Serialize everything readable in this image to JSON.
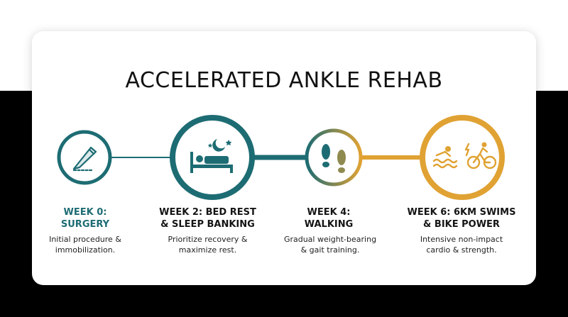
{
  "title": "ACCELERATED ANKLE REHAB",
  "colors": {
    "teal": "#1d6c73",
    "gold": "#e0a233",
    "background_top": "#ffffff",
    "background_bottom": "#000000"
  },
  "steps": [
    {
      "title_line1": "WEEK 0:",
      "title_line2": "SURGERY",
      "desc_line1": "Initial procedure &",
      "desc_line2": "immobilization.",
      "icon": "scalpel-icon"
    },
    {
      "title_line1": "WEEK 2: BED REST",
      "title_line2": "& SLEEP BANKING",
      "desc_line1": "Prioritize recovery &",
      "desc_line2": "maximize rest.",
      "icon": "bed-moon-icon"
    },
    {
      "title_line1": "WEEK 4:",
      "title_line2": "WALKING",
      "desc_line1": "Gradual weight-bearing",
      "desc_line2": "& gait training.",
      "icon": "footprints-icon"
    },
    {
      "title_line1": "WEEK 6: 6KM SWIMS",
      "title_line2": "& BIKE POWER",
      "desc_line1": "Intensive non-impact",
      "desc_line2": "cardio & strength.",
      "icon": "swim-bike-icon"
    }
  ]
}
